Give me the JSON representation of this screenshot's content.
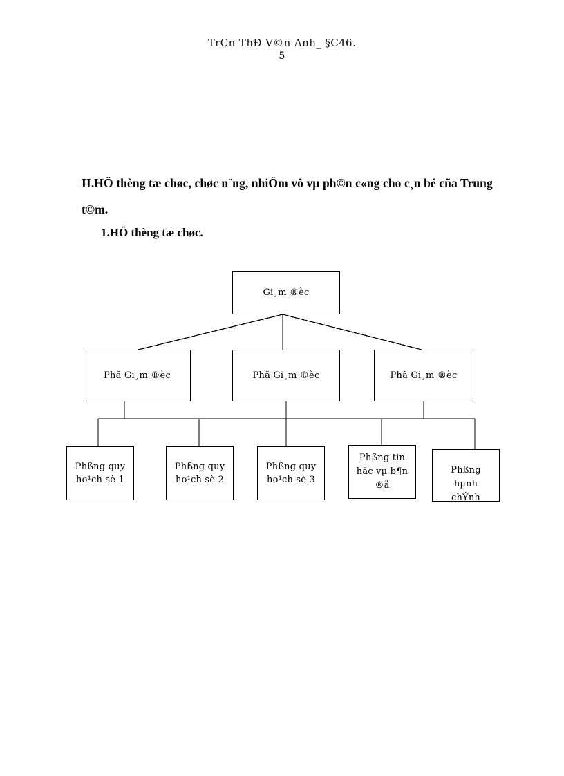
{
  "header": {
    "author_line": "TrÇn ThÐ V©n Anh_ §C46.",
    "page_number": "5"
  },
  "body": {
    "heading_main": "II.HÖ thèng tæ chøc, chøc n¨ng, nhiÖm vô vµ ph©n c«ng cho c¸n bé cña Trung t©m.",
    "heading_sub": "1.HÖ thèng tæ chøc."
  },
  "org_chart": {
    "type": "tree",
    "levels": [
      {
        "level": 1,
        "nodes": [
          {
            "id": "director",
            "label": "Gi¸m  ®èc"
          }
        ]
      },
      {
        "level": 2,
        "nodes": [
          {
            "id": "deputy-1",
            "label": "Phã Gi¸m  ®èc"
          },
          {
            "id": "deputy-2",
            "label": "Phã Gi¸m  ®èc"
          },
          {
            "id": "deputy-3",
            "label": "Phã Gi¸m  ®èc"
          }
        ]
      },
      {
        "level": 3,
        "nodes": [
          {
            "id": "unit-1",
            "label": "Phßng quy\nho¹ch sè 1"
          },
          {
            "id": "unit-2",
            "label": "Phßng quy\nho¹ch sè 2"
          },
          {
            "id": "unit-3",
            "label": "Phßng quy\nho¹ch sè 3"
          },
          {
            "id": "unit-4",
            "label": "Phßng tin\nhäc vµ b¶n\n®å"
          },
          {
            "id": "unit-5",
            "label": "Phßng\nhµnh\nchÝnh"
          }
        ]
      }
    ],
    "line_color": "#000000",
    "box_border_color": "#000000",
    "background_color": "#ffffff"
  }
}
